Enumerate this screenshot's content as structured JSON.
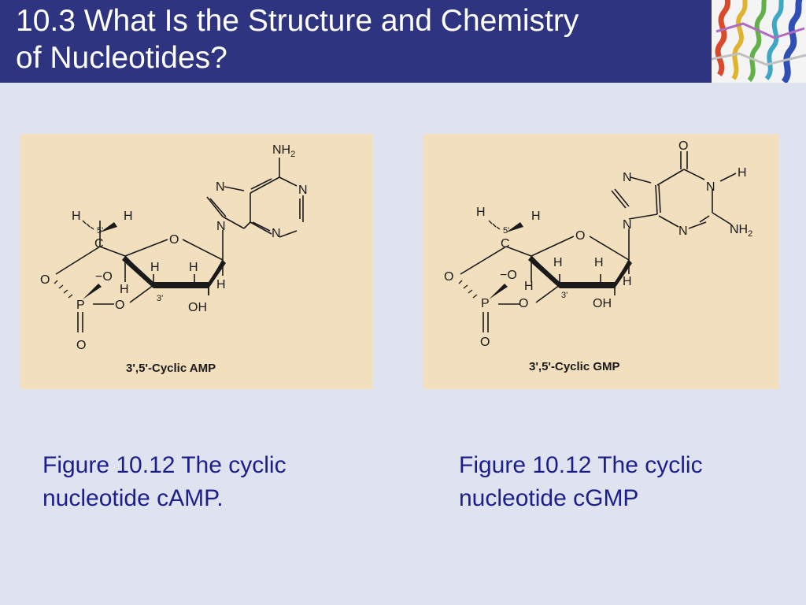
{
  "slide": {
    "title": "10.3 What Is the Structure and Chemistry\nof Nucleotides?"
  },
  "figures": [
    {
      "molecule_label": "3',5'-Cyclic AMP",
      "caption_line1": "Figure 10.12  The cyclic",
      "caption_line2": "nucleotide cAMP."
    },
    {
      "molecule_label": "3',5'-Cyclic GMP",
      "caption_line1": "Figure 10.12  The cyclic",
      "caption_line2": "nucleotide cGMP"
    }
  ],
  "atoms": {
    "nh2": "NH",
    "nh2_sub": "2",
    "n": "N",
    "o": "O",
    "h": "H",
    "c": "C",
    "p": "P",
    "oh": "OH",
    "o_minus": "−O",
    "five_prime": "5'",
    "three_prime": "3'"
  },
  "colors": {
    "header_bg": "#2e3480",
    "slide_bg": "#dfe3f0",
    "panel_bg": "#f1dfbe",
    "caption_text": "#1c1f8a"
  },
  "icons": [
    "protein-ribbon-image"
  ]
}
